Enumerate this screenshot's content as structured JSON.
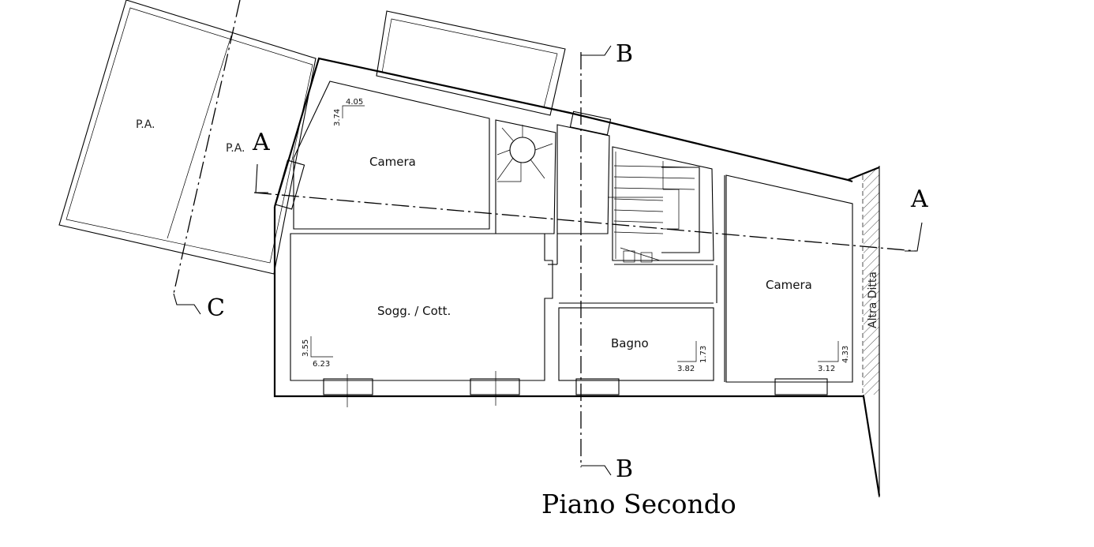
{
  "title": "Piano Secondo",
  "rooms": {
    "camera_nw": {
      "label": "Camera",
      "dim_a": "4.05",
      "dim_b": "3.74"
    },
    "soggiorno": {
      "label": "Sogg. / Cott.",
      "dim_a": "3.55",
      "dim_b": "6.23"
    },
    "bagno": {
      "label": "Bagno",
      "dim_a": "3.82",
      "dim_b": "1.73"
    },
    "camera_e": {
      "label": "Camera",
      "dim_a": "3.12",
      "dim_b": "4.33"
    }
  },
  "terraces": {
    "pa_outer": "P.A.",
    "pa_inner": "P.A."
  },
  "sections": {
    "a_left": "A",
    "a_right": "A",
    "b_top": "B",
    "b_bottom": "B",
    "c_bottom": "C"
  },
  "neighbor": "Altra Ditta"
}
